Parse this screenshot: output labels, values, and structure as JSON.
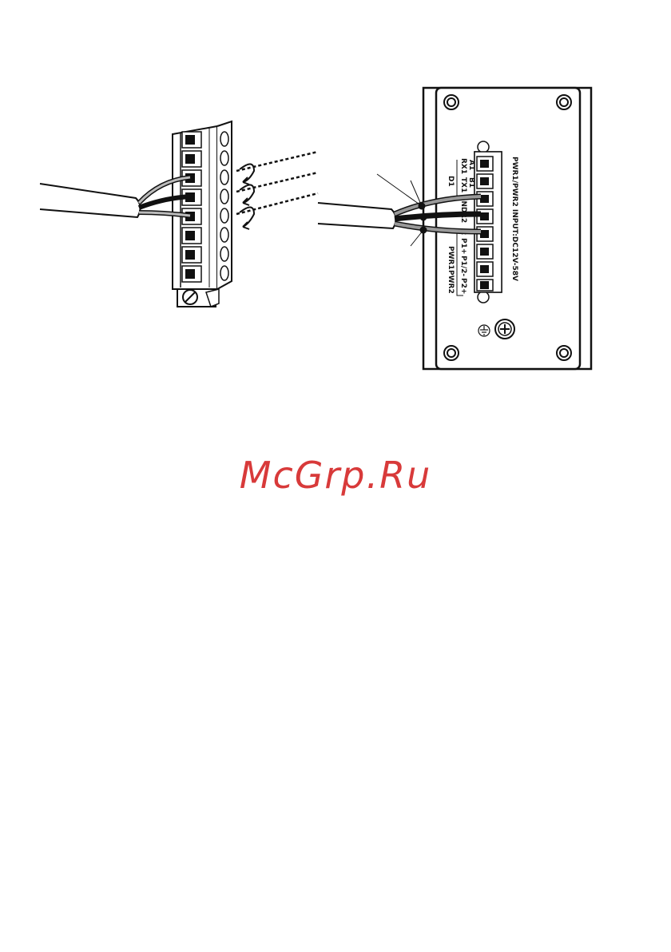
{
  "diagram": {
    "device_panel": {
      "terminal_block_label": "PWR1/PWR2 INPUT:DC12V-58V",
      "column_top_labels": [
        "A1",
        "B1"
      ],
      "column_mid_labels": [
        "RX1",
        "TX1"
      ],
      "row_labels": [
        "D1",
        "GND",
        "R2",
        "2",
        "P1+",
        "P1/2-",
        "P2+"
      ],
      "group_labels": [
        "PWR1",
        "PWR2"
      ]
    },
    "ground_symbol": "ground-icon"
  },
  "watermark": {
    "text": "McGrp.Ru",
    "color": "#d83a3a"
  }
}
